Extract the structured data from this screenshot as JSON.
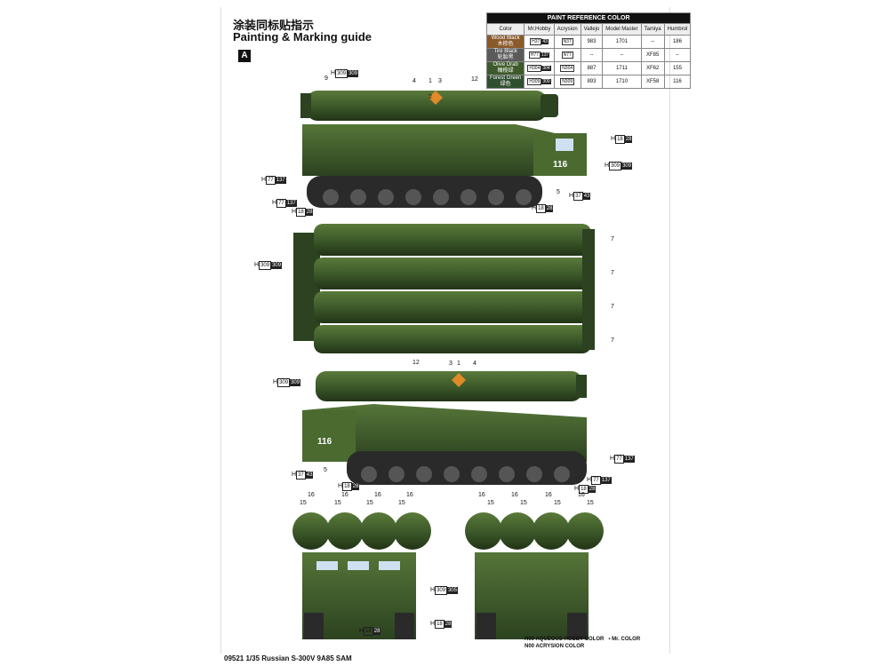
{
  "header": {
    "title_cn": "涂装同标贴指示",
    "title_en": "Painting & Marking guide",
    "section": "A"
  },
  "paint_table": {
    "title": "PAINT REFERENCE COLOR",
    "columns": [
      "Color",
      "Mr.Hobby",
      "Acrysion",
      "Vallejo",
      "Model Master",
      "Tamiya",
      "Humbrol"
    ],
    "rows": [
      {
        "name": "Wood Black",
        "name_cn": "木棕色",
        "hex": "#8b5a2b",
        "h": "H37",
        "h_b": "43",
        "n": "N37",
        "vallejo": "983",
        "mm": "1701",
        "tamiya": "--",
        "humbrol": "186"
      },
      {
        "name": "Tire Black",
        "name_cn": "轮胎黑",
        "hex": "#5a5a5a",
        "h": "H77",
        "h_b": "137",
        "n": "N77",
        "vallejo": "--",
        "mm": "--",
        "tamiya": "XF85",
        "humbrol": "--"
      },
      {
        "name": "Olive Drab",
        "name_cn": "橄榄绿",
        "hex": "#3d5a2a",
        "h": "H304",
        "h_b": "304",
        "n": "N304",
        "vallejo": "887",
        "mm": "1711",
        "tamiya": "XF62",
        "humbrol": "155"
      },
      {
        "name": "Forest Green",
        "name_cn": "绿色",
        "hex": "#2f4f2f",
        "h": "H309",
        "h_b": "309",
        "n": "N309",
        "vallejo": "893",
        "mm": "1710",
        "tamiya": "XF58",
        "humbrol": "116"
      }
    ]
  },
  "vehicle_number": "116",
  "callouts": {
    "h309": "309",
    "h77": "77",
    "h137": "137",
    "h18": "18",
    "h28": "28",
    "h37": "37",
    "h43": "43",
    "h305": "305"
  },
  "part_numbers": [
    "1",
    "2",
    "3",
    "4",
    "5",
    "7",
    "9",
    "12",
    "15",
    "16"
  ],
  "legend": {
    "line1": "H00 AQUEOUS HOBBY COLOR",
    "line1b": "Mr. COLOR",
    "line2": "N00 ACRYSION COLOR"
  },
  "footer": "09521 1/35 Russian S-300V 9A85 SAM",
  "colors": {
    "olive": "#3d5a2a",
    "dark_olive": "#2c4220",
    "track": "#2a2a2a",
    "wood": "#8b5a2b",
    "marking": "#e08a2a"
  }
}
